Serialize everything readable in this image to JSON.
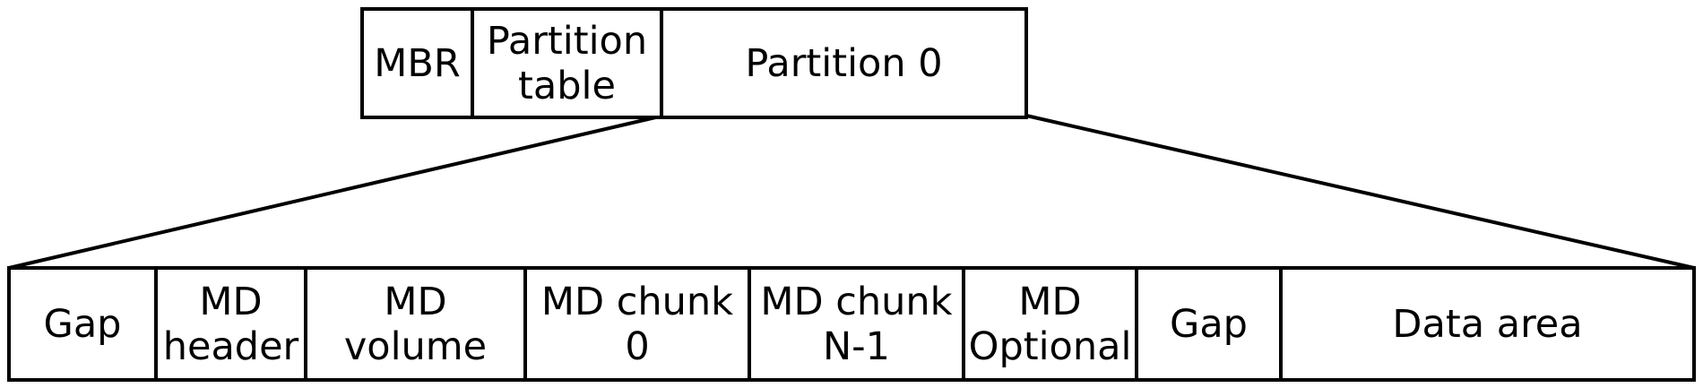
{
  "colors": {
    "background": "#ffffff",
    "line": "#000000",
    "text": "#000000"
  },
  "top_row": {
    "cells": [
      {
        "label": "MBR"
      },
      {
        "label": "Partition\ntable"
      },
      {
        "label": "Partition 0"
      }
    ]
  },
  "bottom_row": {
    "cells": [
      {
        "label": "Gap"
      },
      {
        "label": "MD\nheader"
      },
      {
        "label": "MD\nvolume"
      },
      {
        "label": "MD chunk\n0"
      },
      {
        "label": "MD chunk\nN-1"
      },
      {
        "label": "MD\nOptional"
      },
      {
        "label": "Gap"
      },
      {
        "label": "Data area"
      }
    ]
  },
  "connectors": {
    "description": "Partition 0 expands into the detailed bottom row",
    "left": {
      "from": "partition-0-bottom-left",
      "to": "bottom-row-top-left"
    },
    "right": {
      "from": "partition-0-bottom-right",
      "to": "bottom-row-top-right"
    }
  }
}
